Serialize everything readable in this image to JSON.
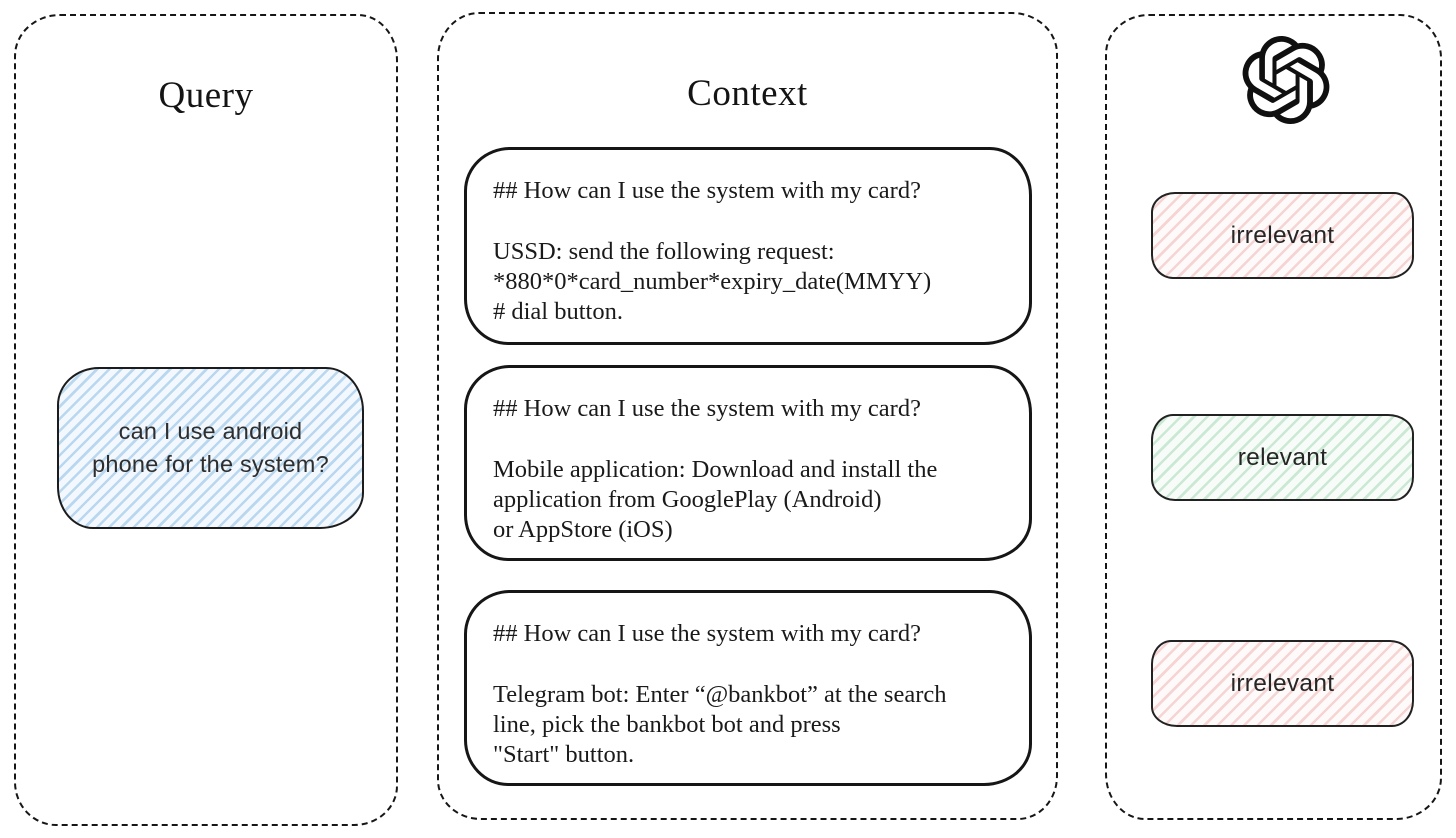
{
  "diagram": {
    "query_panel": {
      "title": "Query",
      "box": {
        "text": "can I use android\nphone for the system?",
        "fill_color": "#d9eafa",
        "hatch_line_color": "#6eaade"
      }
    },
    "context_panel": {
      "title": "Context",
      "boxes": [
        {
          "heading": "## How can I use the system with my card?",
          "body": "USSD: send the following request:\n*880*0*card_number*expiry_date(MMYY)\n# dial button."
        },
        {
          "heading": "## How can I use the system with my card?",
          "body": "Mobile application: Download and install the\napplication from GooglePlay (Android)\nor AppStore (iOS)"
        },
        {
          "heading": "## How can I use the system with my card?",
          "body": "Telegram bot: Enter “@bankbot” at the search\nline, pick the bankbot bot and press\n\"Start\" button."
        }
      ]
    },
    "results_panel": {
      "logo": "openai-logo",
      "labels": [
        {
          "text": "irrelevant",
          "status": "irrelevant",
          "fill_color": "#fbe7e7",
          "hatch_line_color": "#e99696"
        },
        {
          "text": "relevant",
          "status": "relevant",
          "fill_color": "#e4f4ea",
          "hatch_line_color": "#76c391"
        },
        {
          "text": "irrelevant",
          "status": "irrelevant",
          "fill_color": "#fbe7e7",
          "hatch_line_color": "#e99696"
        }
      ]
    },
    "stroke_color": "#161616",
    "background_color": "#ffffff"
  }
}
